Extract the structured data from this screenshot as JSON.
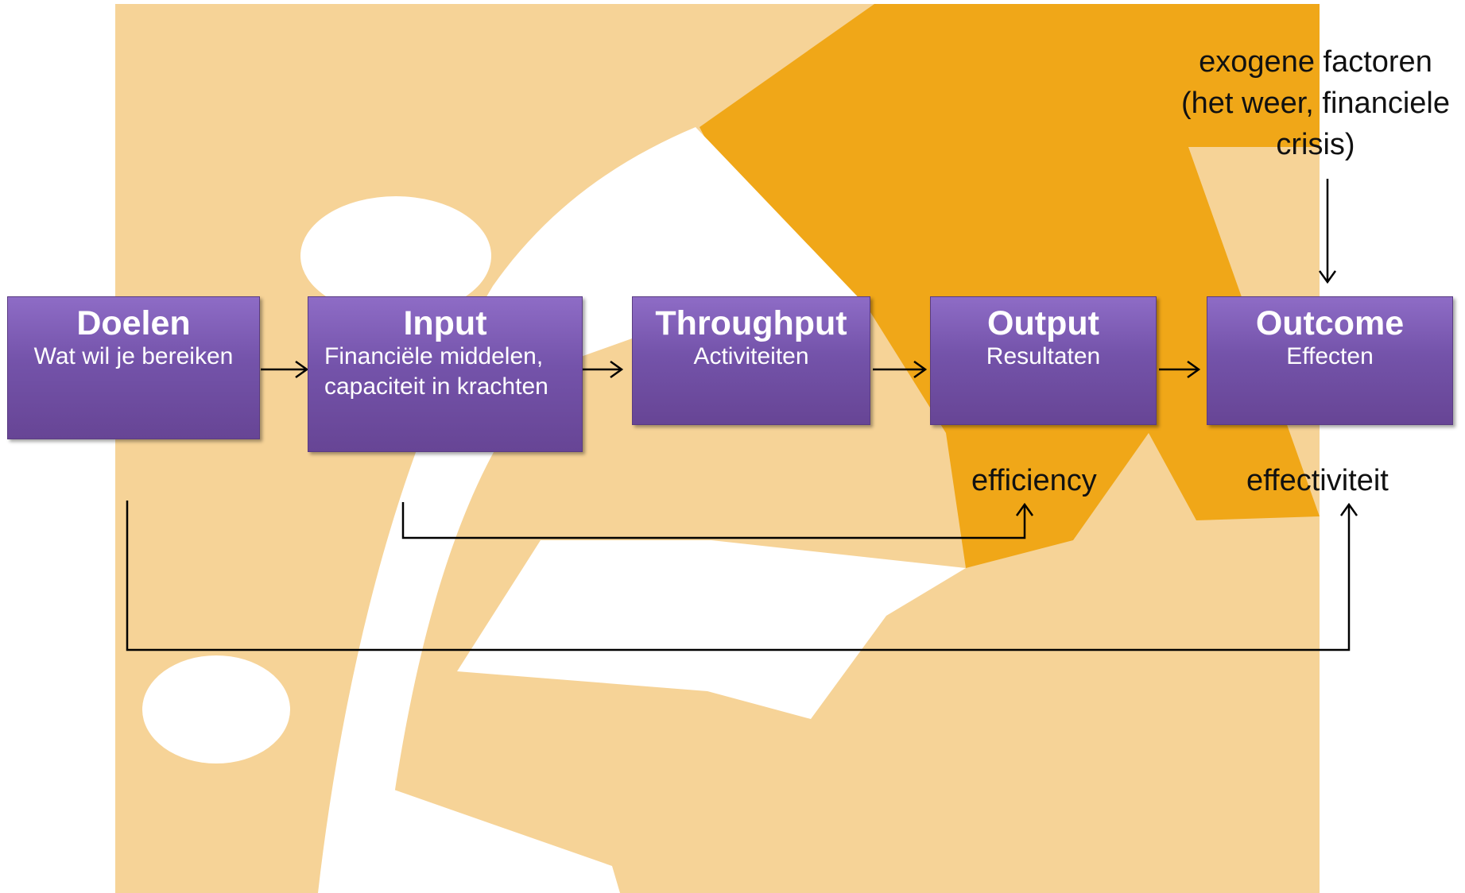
{
  "boxes": {
    "doelen": {
      "title": "Doelen",
      "subtitle": "Wat wil je bereiken"
    },
    "input": {
      "title": "Input",
      "subtitle": "Financiële  middelen,\ncapaciteit in krachten"
    },
    "throughput": {
      "title": "Throughput",
      "subtitle": "Activiteiten"
    },
    "output": {
      "title": "Output",
      "subtitle": "Resultaten"
    },
    "outcome": {
      "title": "Outcome",
      "subtitle": "Effecten"
    }
  },
  "labels": {
    "exogenous": "exogene factoren\n(het weer, financiele\ncrisis)",
    "efficiency": "efficiency",
    "effectiveness": "effectiviteit"
  },
  "colors": {
    "box_purple": "#7453aa",
    "background_light": "#f6d397",
    "background_dark": "#f0a718",
    "figure_white": "#ffffff"
  }
}
